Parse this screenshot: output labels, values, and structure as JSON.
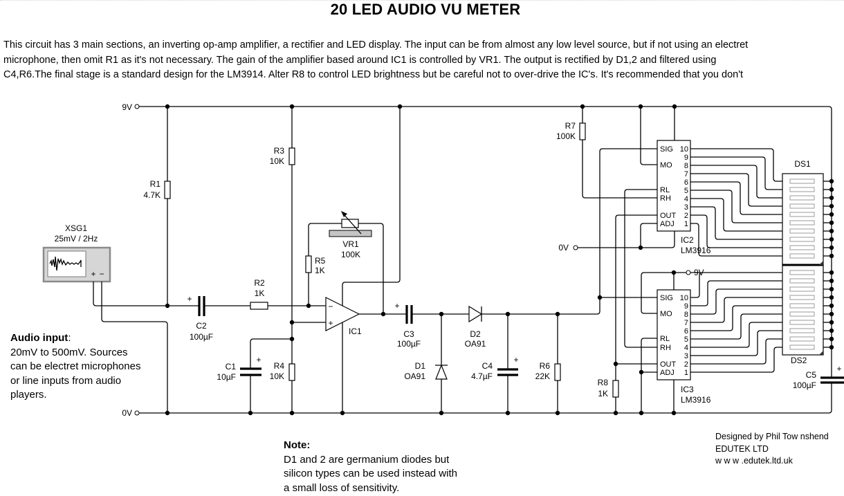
{
  "title": "20 LED AUDIO VU METER",
  "description": [
    "This circuit has 3 main sections, an inverting op-amp amplifier, a rectifier and LED display. The input can be from almost any low level source, but if not using an electret",
    "microphone, then omit R1 as it's not necessary. The gain of the amplifier based around IC1 is controlled by VR1. The output is rectified by D1,2 and filtered using",
    "C4,R6.The final stage is a standard design for the LM3914. Alter R8 to control LED brightness but be careful not to over-drive the IC's. It's recommended that you don't"
  ],
  "audio_input": {
    "heading": "Audio input",
    "colon": ":",
    "lines": [
      "20mV to 500mV. Sources",
      "can be electret microphones",
      "or line inputs from audio",
      "players."
    ]
  },
  "note": {
    "heading": "Note:",
    "lines": [
      "D1 and 2 are germanium diodes but",
      "silicon types can be used instead with",
      "a small  loss of sensitivity."
    ]
  },
  "credits": {
    "designer": "Designed by Phil Tow nshend",
    "company": "EDUTEK LTD",
    "website": "w w w .edutek.ltd.uk"
  },
  "rails": {
    "supply": "9V",
    "ground": "0V",
    "ic2_ground": "0V",
    "ic3_supply": "9V"
  },
  "components": {
    "xsg1": {
      "ref": "XSG1",
      "value": "25mV / 2Hz",
      "plus": "+",
      "minus": "−"
    },
    "r1": {
      "ref": "R1",
      "value": "4.7K"
    },
    "r2": {
      "ref": "R2",
      "value": "1K"
    },
    "r3": {
      "ref": "R3",
      "value": "10K"
    },
    "r4": {
      "ref": "R4",
      "value": "10K"
    },
    "r5": {
      "ref": "R5",
      "value": "1K"
    },
    "r6": {
      "ref": "R6",
      "value": "22K"
    },
    "r7": {
      "ref": "R7",
      "value": "100K"
    },
    "r8": {
      "ref": "R8",
      "value": "1K"
    },
    "vr1": {
      "ref": "VR1",
      "value": "100K"
    },
    "c1": {
      "ref": "C1",
      "value": "10µF",
      "polarity": "+"
    },
    "c2": {
      "ref": "C2",
      "value": "100µF",
      "polarity": "+"
    },
    "c3": {
      "ref": "C3",
      "value": "100µF",
      "polarity": "+"
    },
    "c4": {
      "ref": "C4",
      "value": "4.7µF",
      "polarity": "+"
    },
    "c5": {
      "ref": "C5",
      "value": "100µF",
      "polarity": "+"
    },
    "d1": {
      "ref": "D1",
      "value": "OA91"
    },
    "d2": {
      "ref": "D2",
      "value": "OA91"
    },
    "ic1": {
      "ref": "IC1",
      "inverting": "−",
      "non_inverting": "+"
    },
    "ic2": {
      "ref": "IC2",
      "part": "LM3916",
      "pins_left": {
        "sig": "SIG",
        "mo": "MO",
        "rl": "RL",
        "rh": "RH",
        "out": "OUT",
        "adj": "ADJ"
      },
      "pins_right": [
        "10",
        "9",
        "8",
        "7",
        "6",
        "5",
        "4",
        "3",
        "2",
        "1"
      ]
    },
    "ic3": {
      "ref": "IC3",
      "part": "LM3916",
      "pins_left": {
        "sig": "SIG",
        "mo": "MO",
        "rl": "RL",
        "rh": "RH",
        "out": "OUT",
        "adj": "ADJ"
      },
      "pins_right": [
        "10",
        "9",
        "8",
        "7",
        "6",
        "5",
        "4",
        "3",
        "2",
        "1"
      ]
    },
    "ds1": {
      "ref": "DS1",
      "segments": 10
    },
    "ds2": {
      "ref": "DS2",
      "segments": 10
    }
  }
}
